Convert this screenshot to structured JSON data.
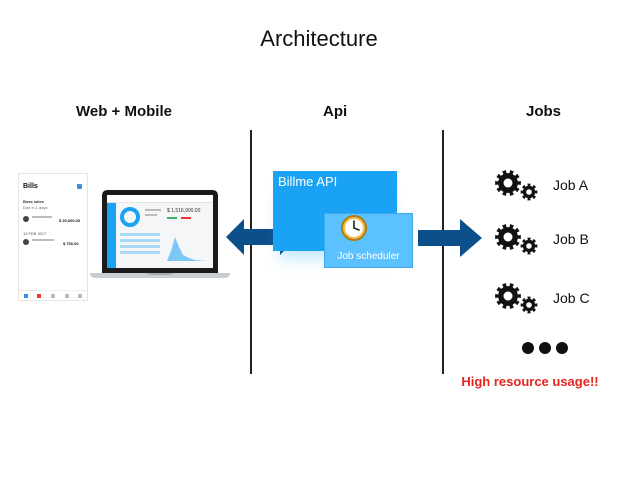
{
  "title": "Architecture",
  "columns": {
    "web": "Web + Mobile",
    "api": "Api",
    "jobs": "Jobs"
  },
  "api": {
    "name": "Billme API",
    "scheduler": "Job scheduler"
  },
  "jobs": [
    {
      "label": "Job A",
      "icon": "gears-icon"
    },
    {
      "label": "Job B",
      "icon": "gears-icon"
    },
    {
      "label": "Job C",
      "icon": "gears-icon"
    }
  ],
  "more_indicator": "ellipsis-dots",
  "warning": "High resource usage!!",
  "phone": {
    "app_name": "Bills",
    "header": "Boss sales",
    "subheader": "Due in 1 days",
    "list_title": "19 FEB 2017",
    "amount1": "$ 20,000.00",
    "amount2": "$ 750.00"
  },
  "laptop": {
    "balance": "$ 1,516,900.00"
  },
  "colors": {
    "accent": "#1aa3f5",
    "arrow": "#0d4f8b",
    "warning": "#e8241f"
  }
}
